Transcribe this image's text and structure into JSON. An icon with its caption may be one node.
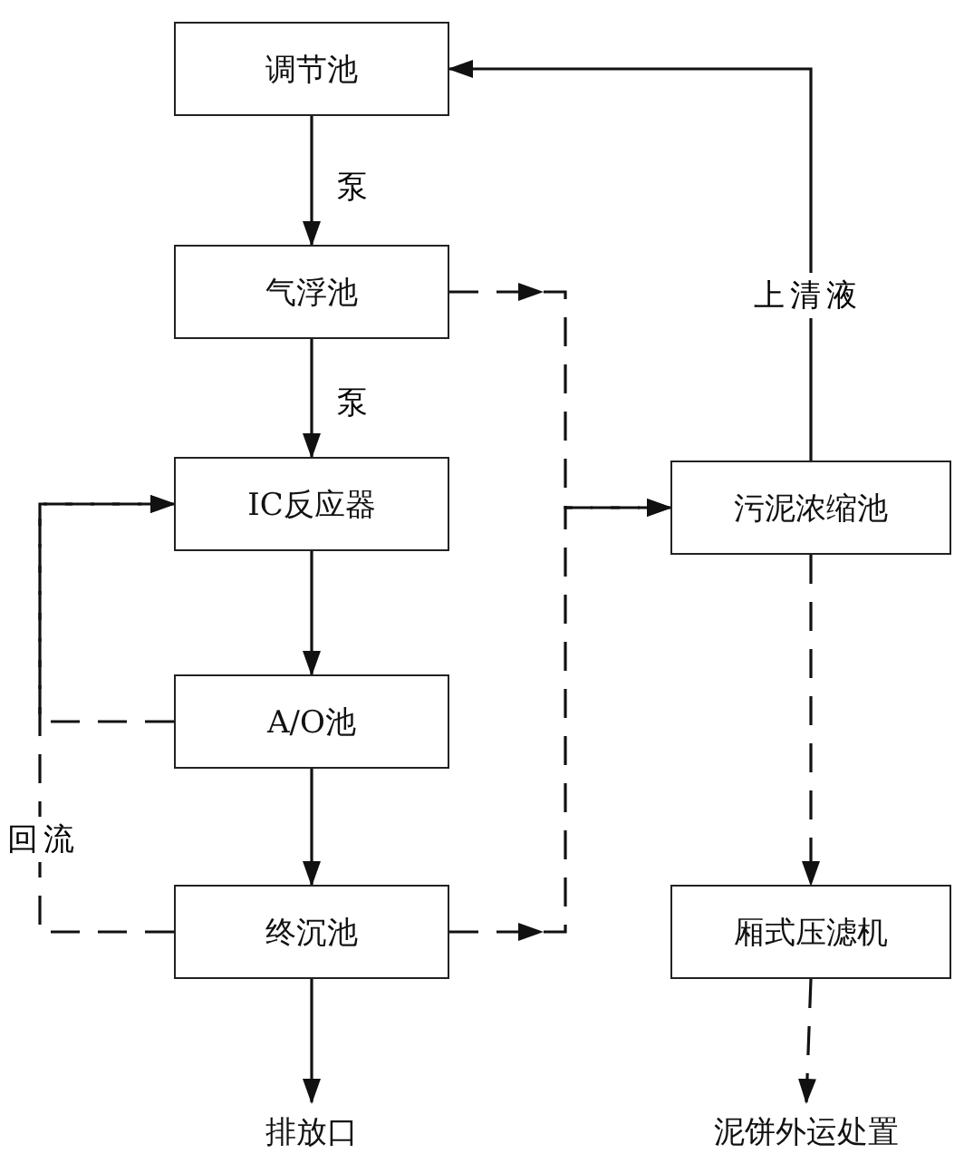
{
  "diagram": {
    "nodes": [
      {
        "text": [
          "调节池"
        ]
      },
      {
        "text": [
          "气浮池"
        ]
      },
      {
        "text": [
          "IC反应器"
        ]
      },
      {
        "text": [
          "A/O池"
        ]
      },
      {
        "text": [
          "终沉池"
        ]
      },
      {
        "text": [
          "污泥浓缩池"
        ]
      },
      {
        "text": [
          "厢式压滤机"
        ]
      },
      {
        "text": [
          "排放口"
        ]
      },
      {
        "text": [
          "泥饼外运处置"
        ]
      }
    ],
    "edges": [
      {
        "from": 0,
        "to": 1,
        "arrow": "to",
        "label": "泵"
      },
      {
        "from": 1,
        "to": 2,
        "arrow": "to",
        "label": "泵"
      },
      {
        "from": 2,
        "to": 3,
        "arrow": "to"
      },
      {
        "from": 3,
        "to": 4,
        "arrow": "to"
      },
      {
        "from": 4,
        "to": 7,
        "arrow": "to"
      },
      {
        "from": 5,
        "to": 0,
        "arrow": "to",
        "label": "上清液"
      },
      {
        "from": 1,
        "to": 5,
        "arrow": "to",
        "style": "dashed"
      },
      {
        "from": 4,
        "to": 5,
        "arrow": "to",
        "style": "dashed"
      },
      {
        "from": 3,
        "to": 2,
        "arrow": "to",
        "style": "dashed"
      },
      {
        "from": 4,
        "to": 2,
        "arrow": "to",
        "style": "dashed",
        "label": "回流"
      },
      {
        "from": 5,
        "to": 6,
        "arrow": "to",
        "style": "dashed"
      },
      {
        "from": 6,
        "to": 8,
        "arrow": "to",
        "style": "dashed"
      }
    ]
  }
}
